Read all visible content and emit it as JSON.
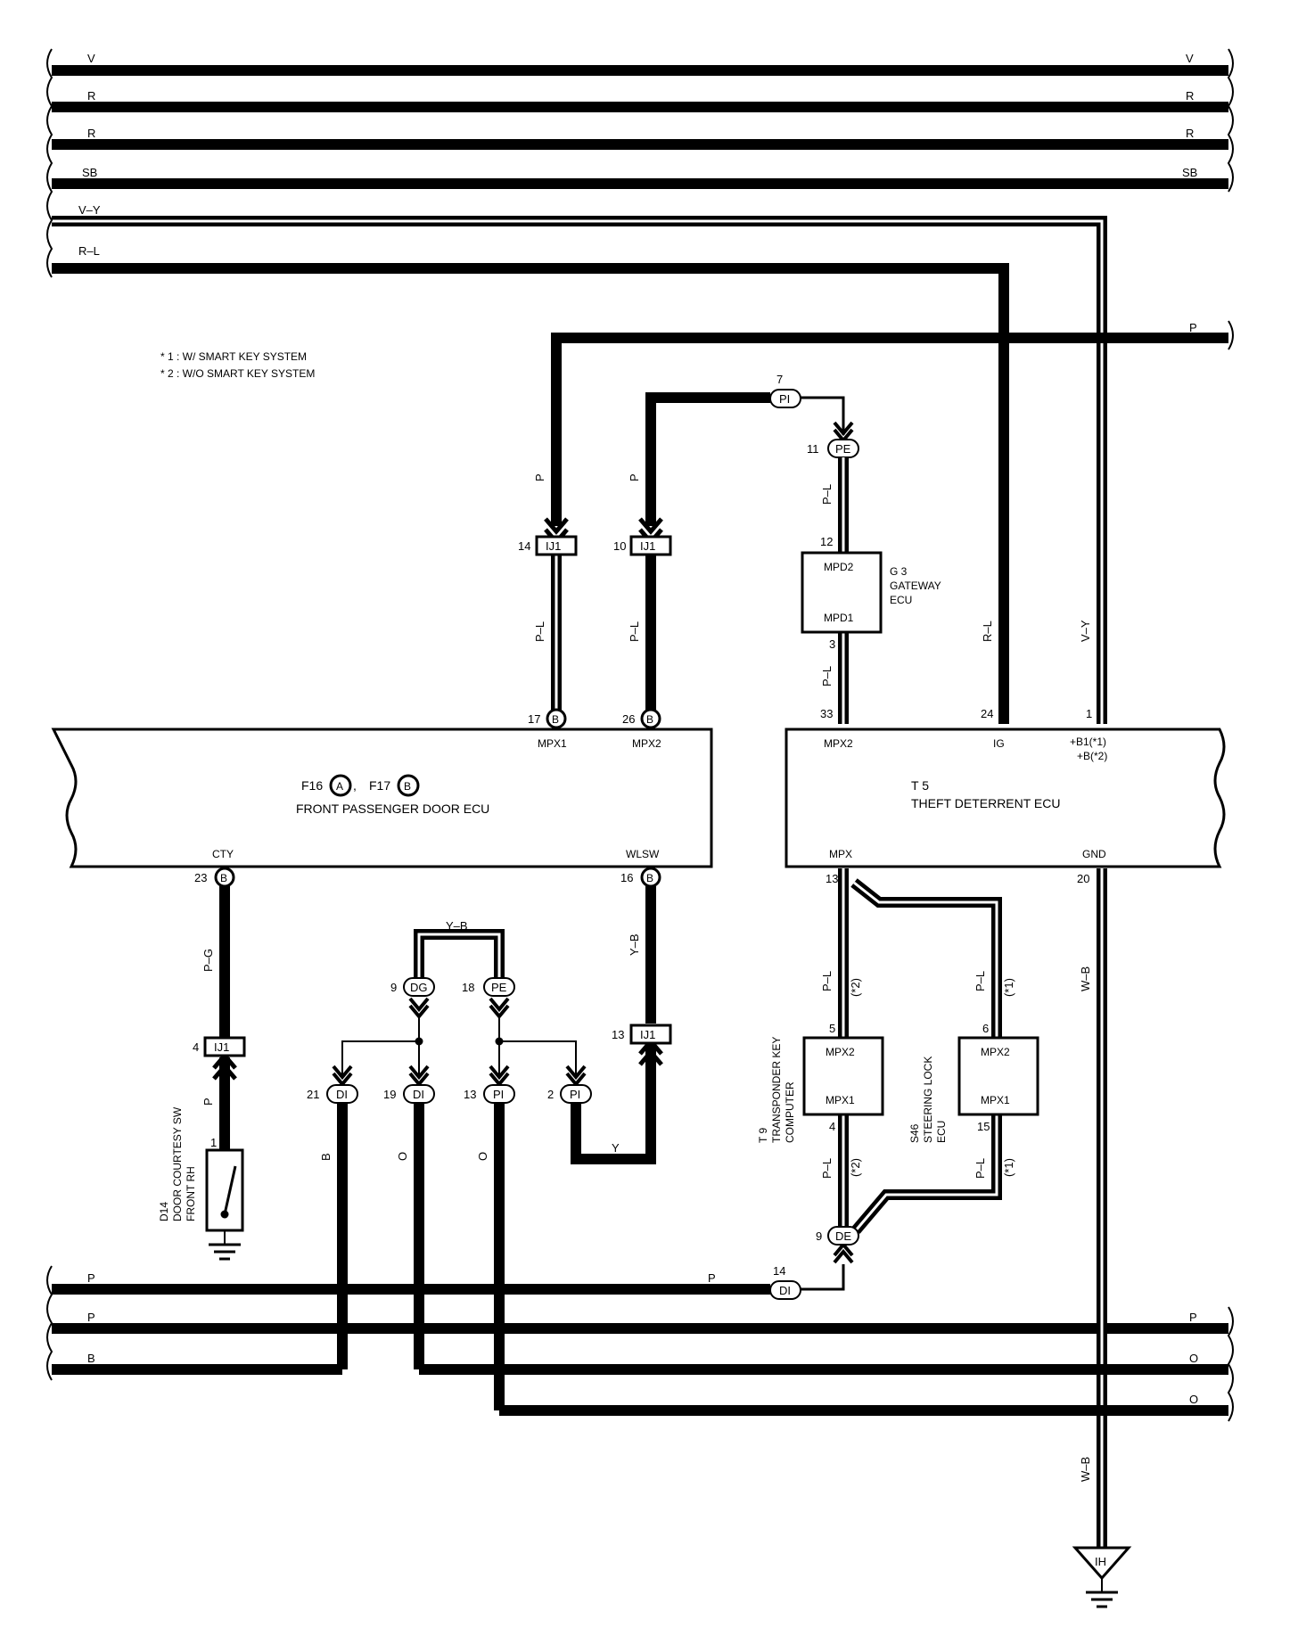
{
  "legend": {
    "note1": "* 1 : W/ SMART KEY SYSTEM",
    "note2": "* 2 : W/O SMART KEY SYSTEM"
  },
  "top_bus": [
    {
      "left": "V",
      "right": "V"
    },
    {
      "left": "R",
      "right": "R"
    },
    {
      "left": "R",
      "right": "R"
    },
    {
      "left": "SB",
      "right": "SB"
    },
    {
      "left": "V–Y",
      "right": ""
    },
    {
      "left": "R–L",
      "right": ""
    }
  ],
  "bottom_bus": [
    {
      "left": "P",
      "mid": "P",
      "right": ""
    },
    {
      "left": "P",
      "mid": "",
      "right": "P"
    },
    {
      "left": "B",
      "mid": "",
      "right": "O"
    },
    {
      "left": "",
      "mid": "",
      "right": "O"
    }
  ],
  "p_line_right": "P",
  "wire_colors": {
    "p_a": "P",
    "p_b": "P",
    "pl_ij1a": "P–L",
    "pl_ij1b": "P–L",
    "pl_gw_top": "P–L",
    "pl_gw_bot": "P–L",
    "rl_ig": "R–L",
    "vy_b": "V–Y",
    "pg": "P–G",
    "p_sw": "P",
    "yb_wlsw": "Y–B",
    "yb_top": "Y–B",
    "y_bot": "Y",
    "b_di": "B",
    "o_di": "O",
    "o_pi": "O",
    "pl_t9_top": "P–L",
    "pl_t9_bot": "P–L",
    "pl_s46_top": "P–L",
    "pl_s46_bot": "P–L",
    "wb_top": "W–B",
    "wb_bot": "W–B"
  },
  "variant_marks": {
    "t9_top": "(*2)",
    "t9_bot": "(*2)",
    "s46_top": "(*1)",
    "s46_bot": "(*1)"
  },
  "connectors": {
    "pi7": {
      "code": "PI",
      "pin": "7"
    },
    "pe11": {
      "code": "PE",
      "pin": "11"
    },
    "ij1_14": {
      "code": "IJ1",
      "pin": "14"
    },
    "ij1_10": {
      "code": "IJ1",
      "pin": "10"
    },
    "ij1_4": {
      "code": "IJ1",
      "pin": "4"
    },
    "ij1_13": {
      "code": "IJ1",
      "pin": "13"
    },
    "dg9": {
      "code": "DG",
      "pin": "9"
    },
    "pe18": {
      "code": "PE",
      "pin": "18"
    },
    "di21": {
      "code": "DI",
      "pin": "21"
    },
    "di19": {
      "code": "DI",
      "pin": "19"
    },
    "pi13": {
      "code": "PI",
      "pin": "13"
    },
    "pi2": {
      "code": "PI",
      "pin": "2"
    },
    "de9": {
      "code": "DE",
      "pin": "9"
    },
    "di14": {
      "code": "DI",
      "pin": "14"
    },
    "ih": {
      "code": "IH"
    }
  },
  "gateway": {
    "ref": "G 3",
    "name1": "GATEWAY",
    "name2": "ECU",
    "pin_top": "12",
    "pin_bot": "3",
    "term_top": "MPD2",
    "term_bot": "MPD1"
  },
  "door_ecu": {
    "ref_a": "F16",
    "mark_a": "A",
    "sep": ",",
    "ref_b": "F17",
    "mark_b": "B",
    "name": "FRONT PASSENGER DOOR ECU",
    "mpx1": "MPX1",
    "mpx2": "MPX2",
    "cty": "CTY",
    "wlsw": "WLSW",
    "pin17": "17",
    "pin26": "26",
    "pin23": "23",
    "pin16": "16",
    "mark": "B"
  },
  "theft_ecu": {
    "ref": "T 5",
    "name": "THEFT DETERRENT ECU",
    "mpx2": "MPX2",
    "ig": "IG",
    "b1": "+B1(*1)",
    "b2": "+B(*2)",
    "mpx": "MPX",
    "gnd": "GND",
    "pin33": "33",
    "pin24": "24",
    "pin1": "1",
    "pin13": "13",
    "pin20": "20"
  },
  "t9": {
    "ref": "T 9",
    "name1": "TRANSPONDER KEY",
    "name2": "COMPUTER",
    "term_top": "MPX2",
    "term_bot": "MPX1",
    "pin_top": "5",
    "pin_bot": "4"
  },
  "s46": {
    "ref": "S46",
    "name1": "STEERING LOCK",
    "name2": "ECU",
    "term_top": "MPX2",
    "term_bot": "MPX1",
    "pin_top": "6",
    "pin_bot": "15"
  },
  "d14": {
    "ref": "D14",
    "name1": "DOOR COURTESY SW",
    "name2": "FRONT RH",
    "pin": "1"
  }
}
